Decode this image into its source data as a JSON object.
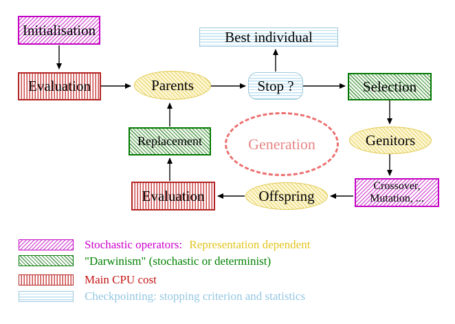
{
  "diagram": {
    "title_implicit": "Evolutionary algorithm generation loop",
    "nodes": {
      "initialisation": {
        "label": "Initialisation",
        "style": "magenta-diagonal-hatch"
      },
      "evaluation_top": {
        "label": "Evaluation",
        "style": "red-vertical-stripes"
      },
      "parents": {
        "label": "Parents",
        "style": "yellow-hatch-ellipse"
      },
      "stop": {
        "label": "Stop ?",
        "style": "cyan-horizontal-stripes-rounded"
      },
      "best_individual": {
        "label": "Best individual",
        "style": "cyan-horizontal-stripes"
      },
      "selection": {
        "label": "Selection",
        "style": "green-diagonal-hatch"
      },
      "genitors": {
        "label": "Genitors",
        "style": "yellow-hatch-ellipse"
      },
      "crossover_mutation": {
        "label_line1": "Crossover,",
        "label_line2": "Mutation, ...",
        "style": "magenta-diagonal-hatch"
      },
      "offspring": {
        "label": "Offspring",
        "style": "yellow-hatch-ellipse"
      },
      "evaluation_bottom": {
        "label": "Evaluation",
        "style": "red-vertical-stripes"
      },
      "replacement": {
        "label": "Replacement",
        "style": "green-diagonal-hatch"
      },
      "generation": {
        "label": "Generation",
        "style": "salmon-dashed-ellipse"
      }
    },
    "connections": [
      {
        "from": "initialisation",
        "to": "evaluation_top"
      },
      {
        "from": "evaluation_top",
        "to": "parents"
      },
      {
        "from": "parents",
        "to": "stop"
      },
      {
        "from": "stop",
        "to": "best_individual"
      },
      {
        "from": "stop",
        "to": "selection"
      },
      {
        "from": "selection",
        "to": "genitors"
      },
      {
        "from": "genitors",
        "to": "crossover_mutation"
      },
      {
        "from": "crossover_mutation",
        "to": "offspring"
      },
      {
        "from": "offspring",
        "to": "evaluation_bottom"
      },
      {
        "from": "evaluation_bottom",
        "to": "replacement"
      },
      {
        "from": "replacement",
        "to": "parents"
      }
    ],
    "legend": {
      "items": [
        {
          "swatch": "magenta-diagonal-hatch",
          "text": "Stochastic operators:",
          "text2": "Representation dependent",
          "text_color": "#cc00cc",
          "text2_color": "#e3c51e"
        },
        {
          "swatch": "green-diagonal-hatch",
          "text": "\"Darwinism\" (stochastic or determinist)",
          "text_color": "#008000"
        },
        {
          "swatch": "red-vertical-stripes",
          "text": "Main CPU cost",
          "text_color": "#c41414"
        },
        {
          "swatch": "cyan-horizontal-stripes",
          "text": "Checkpointing: stopping criterion and statistics",
          "text_color": "#94c6e2"
        }
      ]
    },
    "colors": {
      "magenta": "#cc00cc",
      "green": "#007800",
      "red": "#b22121",
      "cyan": "#9cc8dc",
      "yellow_border": "#e2c94f",
      "yellow_fill": "#fdf8d6",
      "salmon": "#ec6e6e",
      "gold_text": "#e3c51e",
      "arrow": "#000000",
      "background": "#ffffff"
    }
  }
}
